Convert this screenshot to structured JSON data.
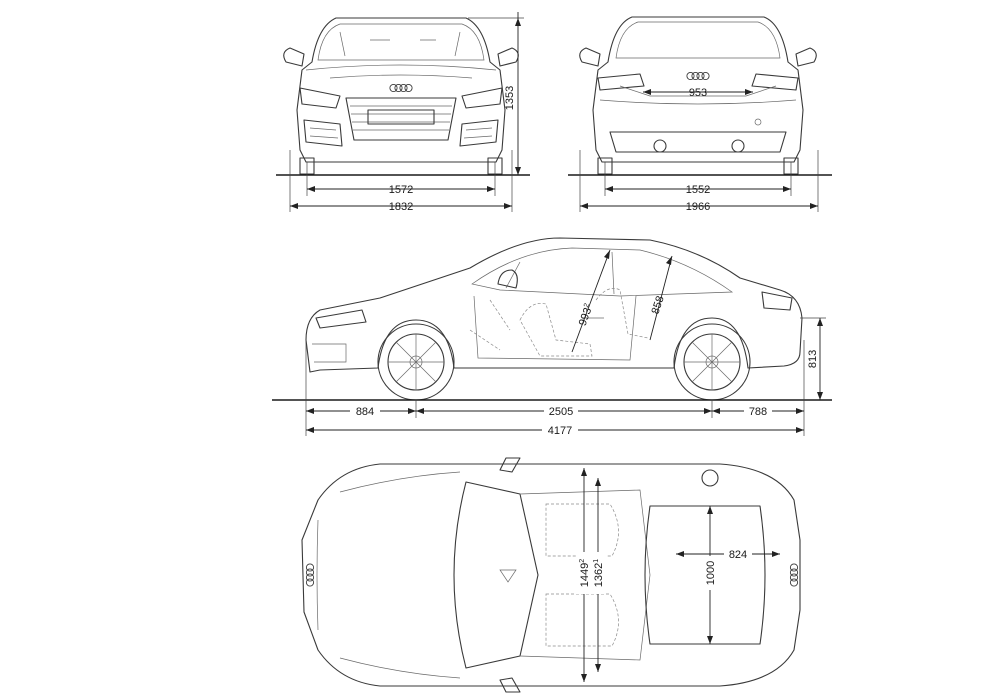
{
  "front_view": {
    "track_width": "1572",
    "overall_width": "1832",
    "height": "1353"
  },
  "rear_view": {
    "track_width": "1552",
    "overall_width_mirrors": "1966",
    "boot_opening": "953"
  },
  "side_view": {
    "front_overhang": "884",
    "wheelbase": "2505",
    "rear_overhang": "788",
    "overall_length": "4177",
    "headroom_front": "993",
    "headroom_front_sup": "2",
    "headroom_rear": "858",
    "load_sill_height": "813"
  },
  "top_view": {
    "shoulder_width_front": "1449",
    "shoulder_width_front_sup": "2",
    "shoulder_width_rear": "1362",
    "shoulder_width_rear_sup": "1",
    "boot_length": "824",
    "boot_width": "1000"
  }
}
